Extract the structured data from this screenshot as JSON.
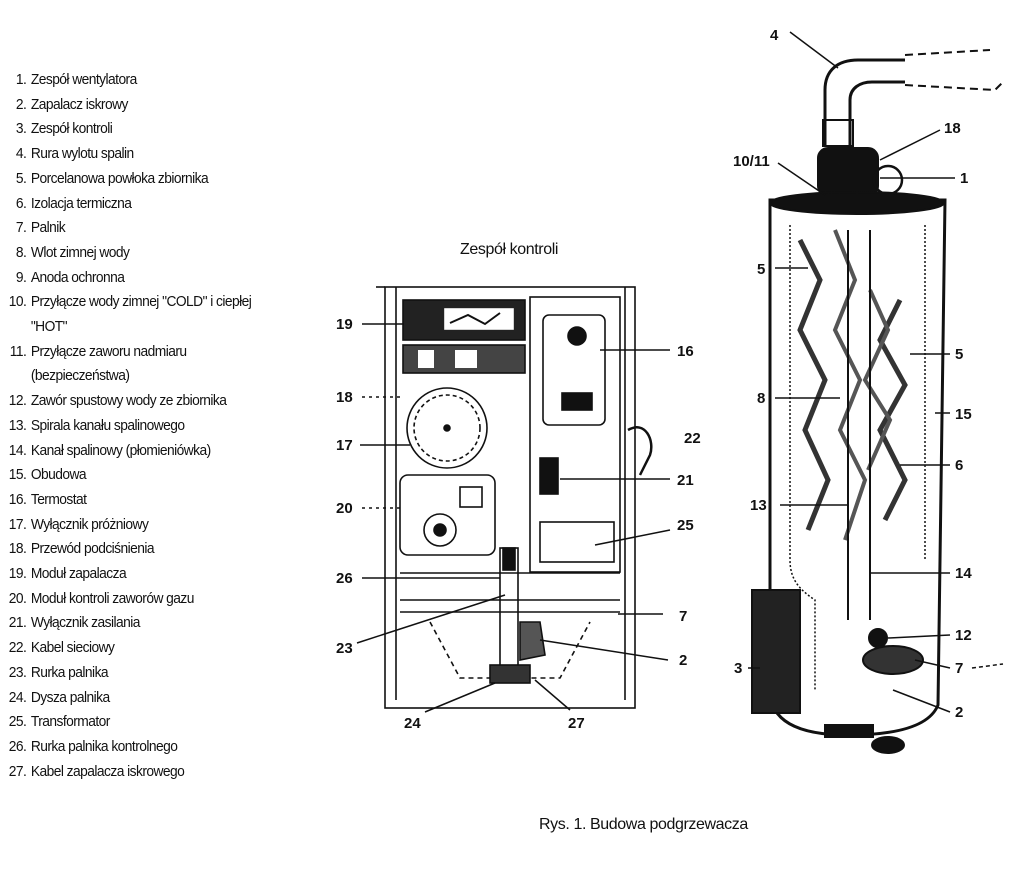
{
  "legend": [
    {
      "num": "1.",
      "text": "Zespół wentylatora"
    },
    {
      "num": "2.",
      "text": "Zapalacz iskrowy"
    },
    {
      "num": "3.",
      "text": "Zespół kontroli"
    },
    {
      "num": "4.",
      "text": "Rura wylotu spalin"
    },
    {
      "num": "5.",
      "text": "Porcelanowa powłoka zbiornika"
    },
    {
      "num": "6.",
      "text": "Izolacja termiczna"
    },
    {
      "num": "7.",
      "text": "Palnik"
    },
    {
      "num": "8.",
      "text": "Wlot zimnej wody"
    },
    {
      "num": "9.",
      "text": "Anoda ochronna"
    },
    {
      "num": "10.",
      "text": "Przyłącze wody zimnej \"COLD\" i ciepłej \"HOT\"",
      "wrap": true
    },
    {
      "num": "11.",
      "text": "Przyłącze zaworu nadmiaru (bezpieczeństwa)",
      "wrap": true
    },
    {
      "num": "12.",
      "text": "Zawór spustowy wody ze zbiornika",
      "wrap": true
    },
    {
      "num": "13.",
      "text": "Spirala kanału spalinowego"
    },
    {
      "num": "14.",
      "text": "Kanał spalinowy (płomieniówka)"
    },
    {
      "num": "15.",
      "text": "Obudowa"
    },
    {
      "num": "16.",
      "text": "Termostat"
    },
    {
      "num": "17.",
      "text": "Wyłącznik próżniowy"
    },
    {
      "num": "18.",
      "text": "Przewód podciśnienia"
    },
    {
      "num": "19.",
      "text": "Moduł zapalacza"
    },
    {
      "num": "20.",
      "text": "Moduł kontroli zaworów gazu"
    },
    {
      "num": "21.",
      "text": "Wyłącznik zasilania"
    },
    {
      "num": "22.",
      "text": "Kabel sieciowy"
    },
    {
      "num": "23.",
      "text": "Rurka palnika"
    },
    {
      "num": "24.",
      "text": "Dysza palnika"
    },
    {
      "num": "25.",
      "text": "Transformator"
    },
    {
      "num": "26.",
      "text": "Rurka palnika kontrolnego"
    },
    {
      "num": "27.",
      "text": "Kabel zapalacza iskrowego"
    }
  ],
  "control_title": "Zespół kontroli",
  "figure_caption": "Rys. 1. Budowa podgrzewacza",
  "control_labels": {
    "l19": "19",
    "l18": "18",
    "l17": "17",
    "l20": "20",
    "l26": "26",
    "l23": "23",
    "l24": "24",
    "l27": "27",
    "l16": "16",
    "l22": "22",
    "l21": "21",
    "l25": "25",
    "l7": "7",
    "l2": "2"
  },
  "heater_labels": {
    "l4": "4",
    "l18": "18",
    "l1011": "10/11",
    "l1": "1",
    "l5a": "5",
    "l5b": "5",
    "l8": "8",
    "l15": "15",
    "l6": "6",
    "l13": "13",
    "l14": "14",
    "l12": "12",
    "l3": "3",
    "l7": "7",
    "l2": "2"
  }
}
